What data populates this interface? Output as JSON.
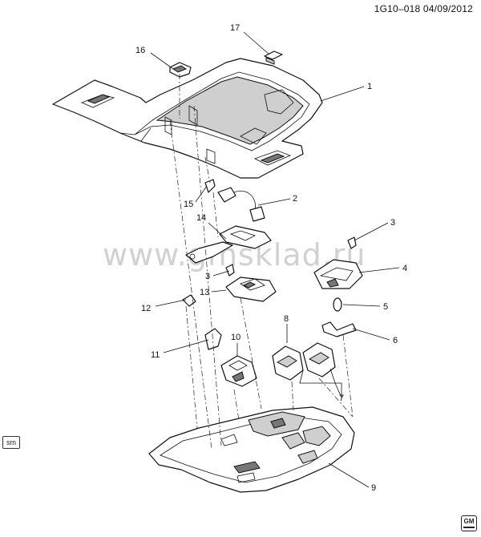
{
  "header": {
    "code": "1G10–018  04/09/2012"
  },
  "footer": {
    "sm_badge": "sm",
    "logo_text": "GM"
  },
  "watermark": "www.gmsklad.ru",
  "callouts": [
    {
      "id": "1",
      "label": "1"
    },
    {
      "id": "2",
      "label": "2"
    },
    {
      "id": "3a",
      "label": "3"
    },
    {
      "id": "3b",
      "label": "3"
    },
    {
      "id": "4",
      "label": "4"
    },
    {
      "id": "5",
      "label": "5"
    },
    {
      "id": "6",
      "label": "6"
    },
    {
      "id": "7",
      "label": "7"
    },
    {
      "id": "8",
      "label": "8"
    },
    {
      "id": "9",
      "label": "9"
    },
    {
      "id": "10",
      "label": "10"
    },
    {
      "id": "11",
      "label": "11"
    },
    {
      "id": "12",
      "label": "12"
    },
    {
      "id": "13",
      "label": "13"
    },
    {
      "id": "14",
      "label": "14"
    },
    {
      "id": "15",
      "label": "15"
    },
    {
      "id": "16",
      "label": "16"
    },
    {
      "id": "17",
      "label": "17"
    }
  ]
}
